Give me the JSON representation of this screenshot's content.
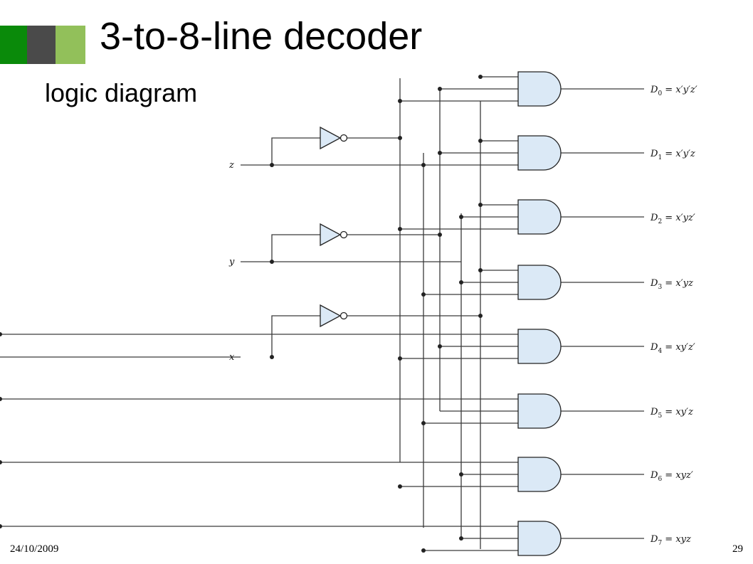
{
  "slide": {
    "title": "3-to-8-line decoder",
    "subtitle": "logic diagram",
    "date": "24/10/2009",
    "page_number": "29",
    "accent_colors": [
      "#0a8a0a",
      "#4a4a4a",
      "#92c05a"
    ]
  },
  "diagram": {
    "inputs": [
      "z",
      "y",
      "x"
    ],
    "outputs": [
      {
        "name": "D",
        "index": "0",
        "expr": " = x′y′z′"
      },
      {
        "name": "D",
        "index": "1",
        "expr": " = x′y′z"
      },
      {
        "name": "D",
        "index": "2",
        "expr": " = x′yz′"
      },
      {
        "name": "D",
        "index": "3",
        "expr": " = x′yz"
      },
      {
        "name": "D",
        "index": "4",
        "expr": " = xy′z′"
      },
      {
        "name": "D",
        "index": "5",
        "expr": " = xy′z"
      },
      {
        "name": "D",
        "index": "6",
        "expr": " = xyz′"
      },
      {
        "name": "D",
        "index": "7",
        "expr": " = xyz"
      }
    ]
  }
}
